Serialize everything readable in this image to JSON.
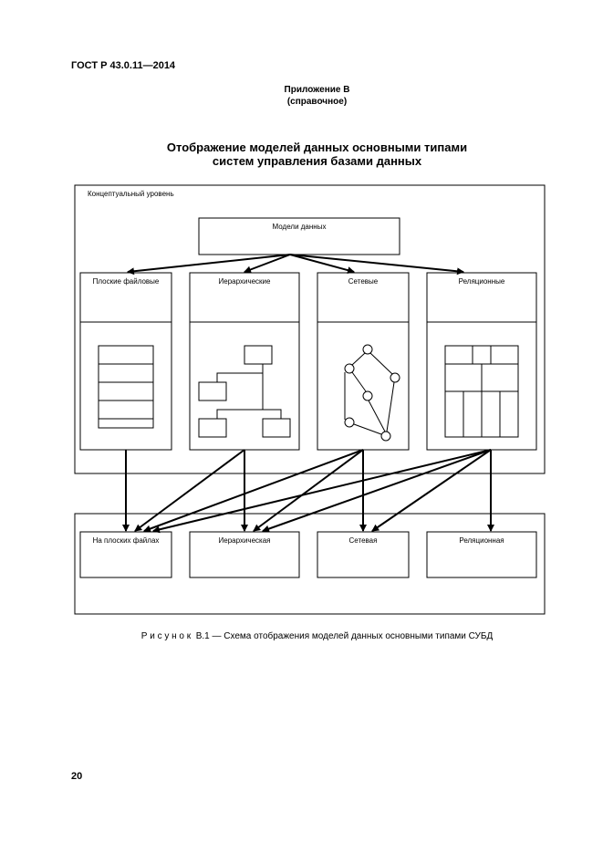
{
  "header": {
    "doc_number": "ГОСТ Р 43.0.11—2014"
  },
  "appendix": {
    "title": "Приложение В",
    "subtitle": "(справочное)"
  },
  "section_title": {
    "line1": "Отображение моделей данных основными типами",
    "line2": "систем управления базами данных"
  },
  "diagram": {
    "conceptual_label": "Концептуальный уровень",
    "root": "Модели данных",
    "models": [
      "Плоские файловые",
      "Иерархические",
      "Сетевые",
      "Реляционные"
    ],
    "dbms": [
      "На плоских файлах",
      "Иерархическая",
      "Сетевая",
      "Реляционная"
    ]
  },
  "caption": "Р и с у н о к  В.1 — Схема отображения моделей данных основными типами СУБД",
  "page_number": "20"
}
